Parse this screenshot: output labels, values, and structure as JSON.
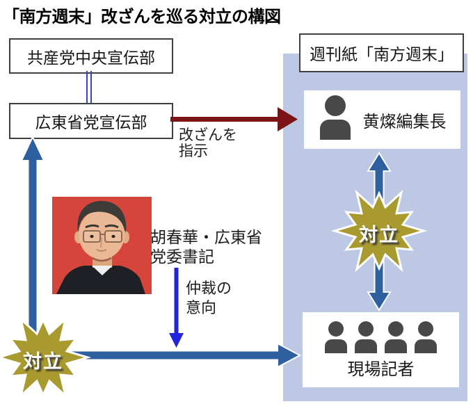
{
  "title": "「南方週末」改ざんを巡る対立の構図",
  "org_chart": {
    "central_propaganda_label": "共産党中央宣伝部",
    "guangdong_propaganda_label": "広東省党宣伝部",
    "weekly_paper_label": "週刊紙「南方週末」",
    "editor_label": "黄燦編集長",
    "reporters_label": "現場記者"
  },
  "photo_caption": {
    "line1": "胡春華・広東省",
    "line2": "党委書記"
  },
  "arrow_labels": {
    "instruct": {
      "line1": "改ざんを",
      "line2": "指示"
    },
    "mediate": {
      "line1": "仲裁の",
      "line2": "意向"
    }
  },
  "conflict_badges": {
    "left": "対立",
    "right": "対立"
  },
  "colors": {
    "panel_bg": "#bdc8e4",
    "arrow_steel_blue": "#2e5f9e",
    "arrow_bright_blue": "#2424dd",
    "arrow_dark_red": "#7c1317",
    "hierarchy_link_blue": "#3243c8",
    "starburst_gold": "#a89a2e",
    "person_icon_gray": "#484848",
    "box_border": "#3f3f3f"
  }
}
